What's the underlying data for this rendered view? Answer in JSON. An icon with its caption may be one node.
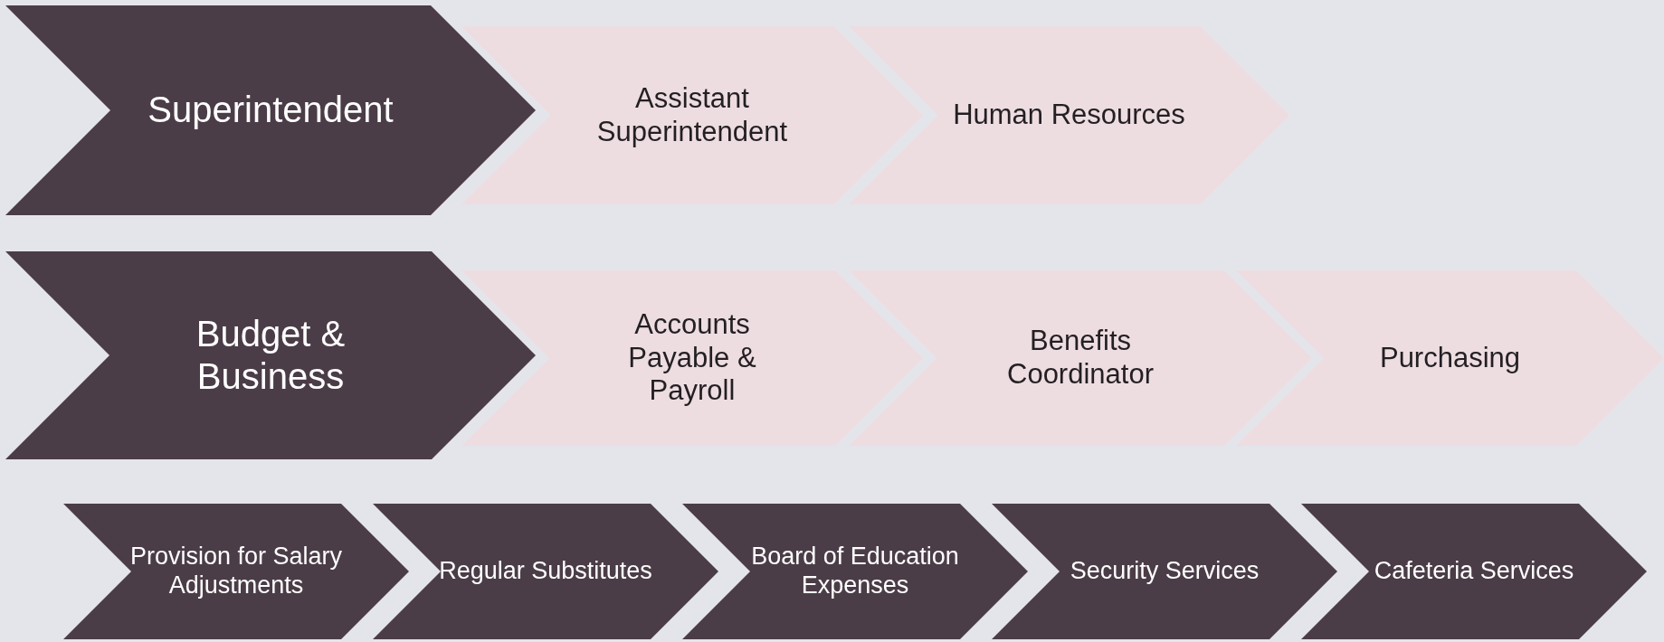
{
  "diagram": {
    "nodes": [
      {
        "text": [
          "Superintendent"
        ]
      },
      {
        "text": [
          "Assistant Superintendent"
        ]
      },
      {
        "text": [
          "Human Resources"
        ]
      },
      {
        "text": [
          "Budget & Business"
        ]
      },
      {
        "text": [
          "Accounts Payable & Payroll"
        ]
      },
      {
        "text": [
          "Benefits Coordinator"
        ]
      },
      {
        "text": [
          "Purchasing"
        ]
      },
      {
        "text": [
          "Provision for Salary Adjustments"
        ]
      },
      {
        "text": [
          "Regular Substitutes"
        ]
      },
      {
        "text": [
          "Board of Education Expenses"
        ]
      },
      {
        "text": [
          "Security Services"
        ]
      },
      {
        "text": [
          "Cafeteria Services"
        ]
      }
    ]
  }
}
